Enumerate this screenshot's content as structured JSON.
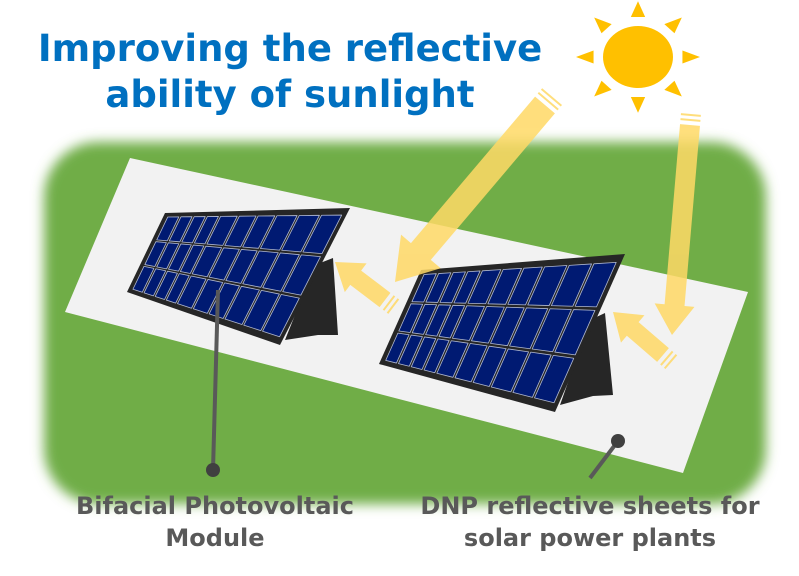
{
  "title": {
    "line1": "Improving the reflective",
    "line2": "ability of sunlight"
  },
  "labels": {
    "module": {
      "line1": "Bifacial Photovoltaic",
      "line2": "Module"
    },
    "sheet": {
      "line1": "DNP reflective sheets for",
      "line2": "solar power plants"
    }
  },
  "colors": {
    "title": "#0070c0",
    "grass": "#70ad47",
    "sheet": "#f2f2f2",
    "panel_cell": "#001a72",
    "panel_frame": "#262626",
    "sunlight_arrow": "#ffd966",
    "sun": "#ffc000",
    "label": "#595959"
  },
  "icons": [
    "sun-icon",
    "sunlight-arrow",
    "solar-panel"
  ]
}
